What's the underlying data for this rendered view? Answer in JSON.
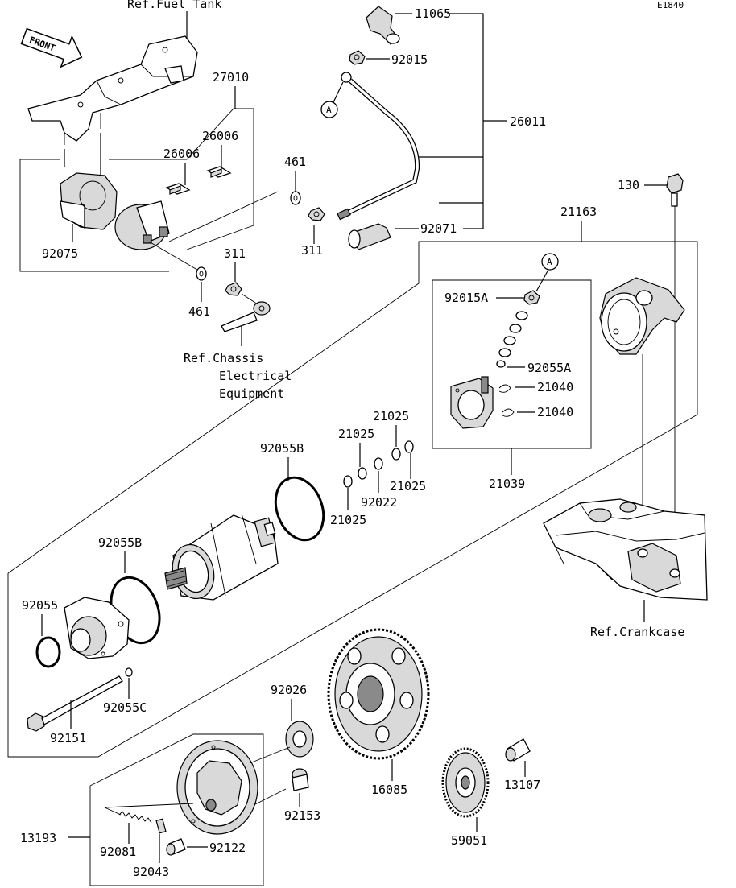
{
  "figure_code": "E1840",
  "front_label": "FRONT",
  "refs": {
    "fuel_tank": "Ref.Fuel Tank",
    "chassis_line1": "Ref.Chassis",
    "chassis_line2": "Electrical",
    "chassis_line3": "Equipment",
    "crankcase": "Ref.Crankcase"
  },
  "callout_letter": "A",
  "parts": {
    "p11065": "11065",
    "p92015": "92015",
    "p26011": "26011",
    "p27010": "27010",
    "p26006a": "26006",
    "p26006b": "26006",
    "p92075": "92075",
    "p461a": "461",
    "p311a": "311",
    "p311b": "311",
    "p461b": "461",
    "p92071": "92071",
    "p130": "130",
    "p21163": "21163",
    "p92015A": "92015A",
    "p92055A": "92055A",
    "p21040a": "21040",
    "p21040b": "21040",
    "p21039": "21039",
    "p21025a": "21025",
    "p21025b": "21025",
    "p21025c": "21025",
    "p21025d": "21025",
    "p92022": "92022",
    "p92055B1": "92055B",
    "p92055B2": "92055B",
    "p92055": "92055",
    "p92055C": "92055C",
    "p92151": "92151",
    "p92026": "92026",
    "p16085": "16085",
    "p13107": "13107",
    "p92153": "92153",
    "p13193": "13193",
    "p92081": "92081",
    "p92122": "92122",
    "p92043": "92043",
    "p59051": "59051"
  }
}
